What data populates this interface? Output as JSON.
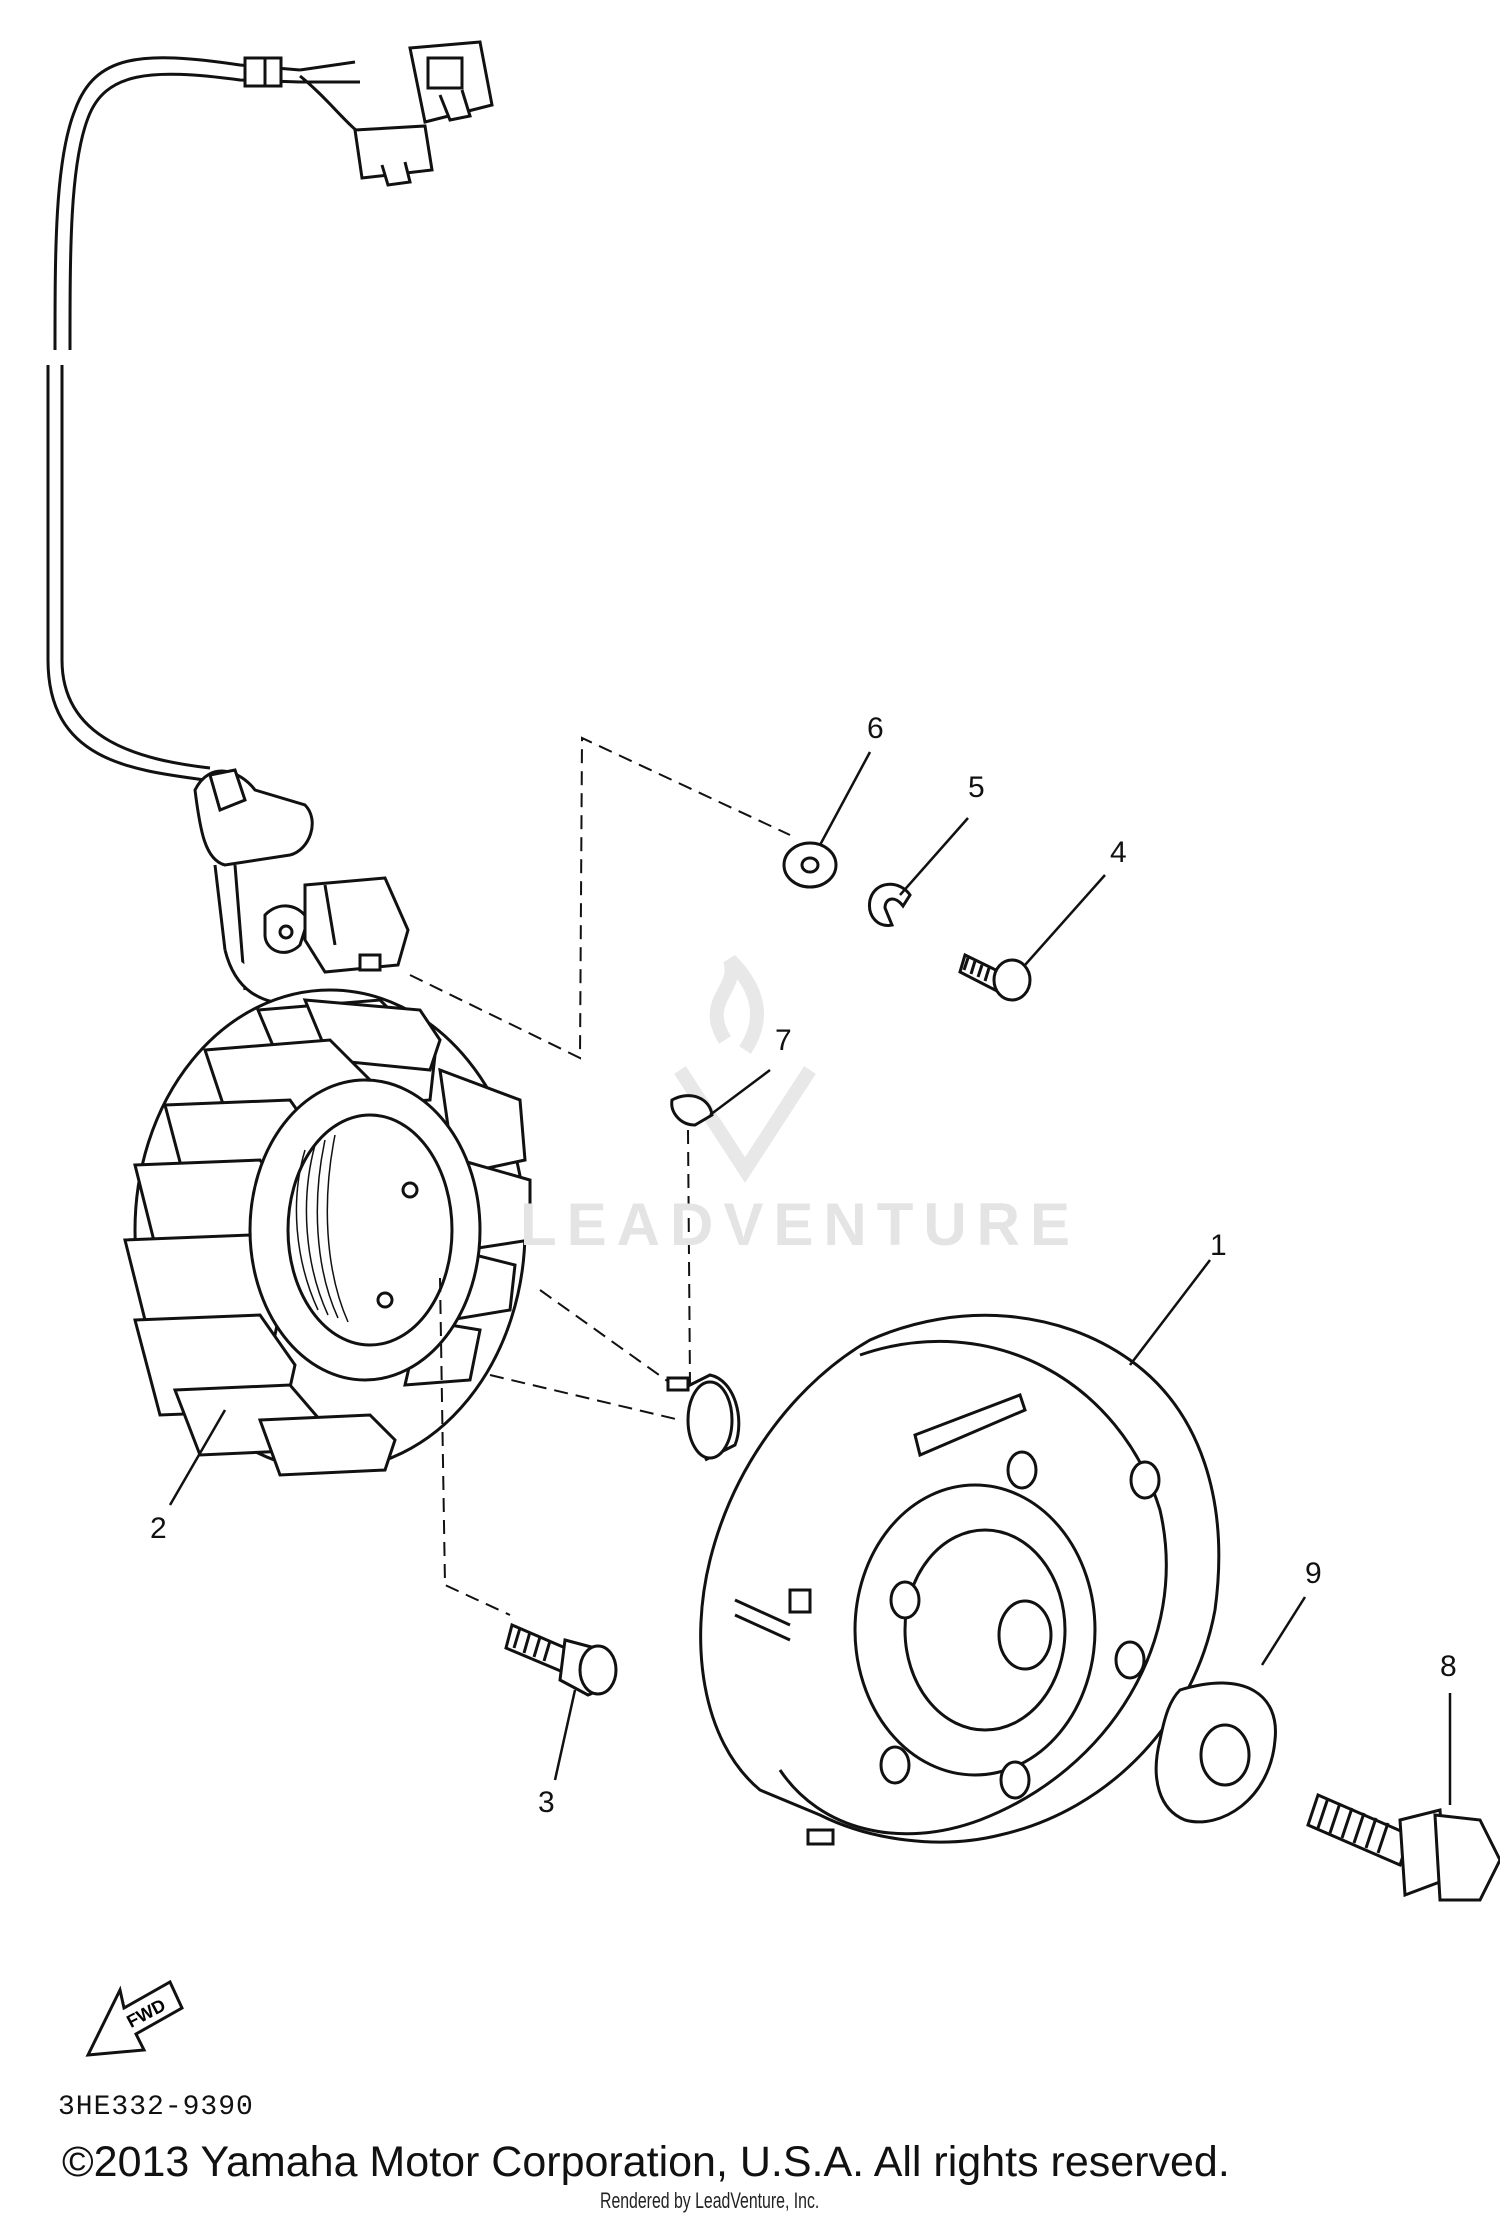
{
  "watermark": "LEADVENTURE",
  "callouts": {
    "c1": "1",
    "c2": "2",
    "c3": "3",
    "c4": "4",
    "c5": "5",
    "c6": "6",
    "c7": "7",
    "c8": "8",
    "c9": "9"
  },
  "fwd_label": "FWD",
  "diagram_code": "3HE332-9390",
  "copyright": "©2013 Yamaha Motor Corporation, U.S.A. All rights reserved.",
  "rendered_by": "Rendered by LeadVenture, Inc."
}
